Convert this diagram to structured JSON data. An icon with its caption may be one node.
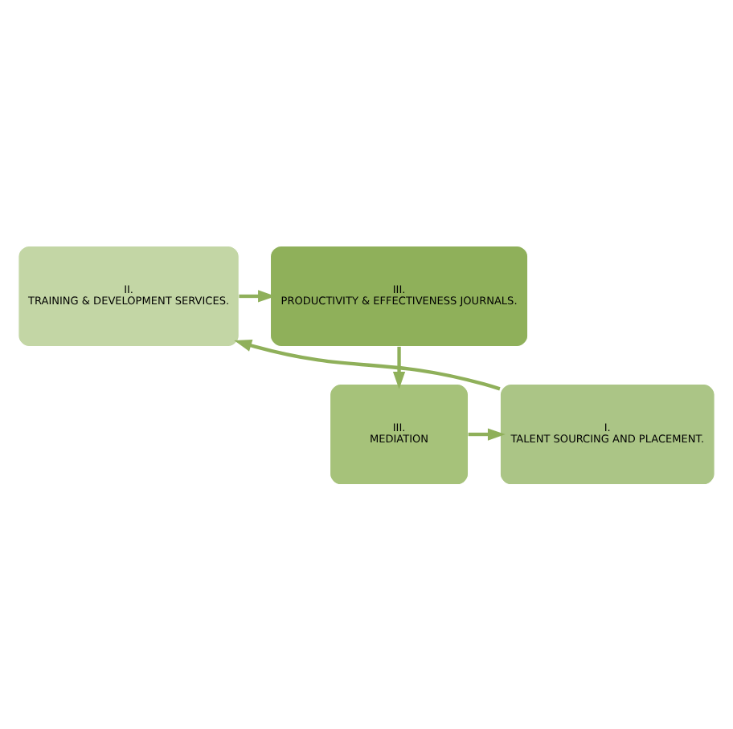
{
  "diagram": {
    "nodes": [
      {
        "text": [
          "II.",
          "TRAINING & DEVELOPMENT SERVICES."
        ]
      },
      {
        "text": [
          "III.",
          "PRODUCTIVITY & EFFECTIVENESS JOURNALS."
        ]
      },
      {
        "text": [
          "I.",
          "TALENT SOURCING AND PLACEMENT."
        ]
      },
      {
        "text": [
          "III.",
          "MEDIATION"
        ]
      }
    ],
    "edges": [
      {
        "from": 0,
        "to": 1,
        "arrow": "to"
      },
      {
        "from": 1,
        "to": 3,
        "arrow": "to"
      },
      {
        "from": 3,
        "to": 2,
        "arrow": "to"
      },
      {
        "from": 2,
        "to": 0,
        "arrow": "to"
      }
    ]
  }
}
